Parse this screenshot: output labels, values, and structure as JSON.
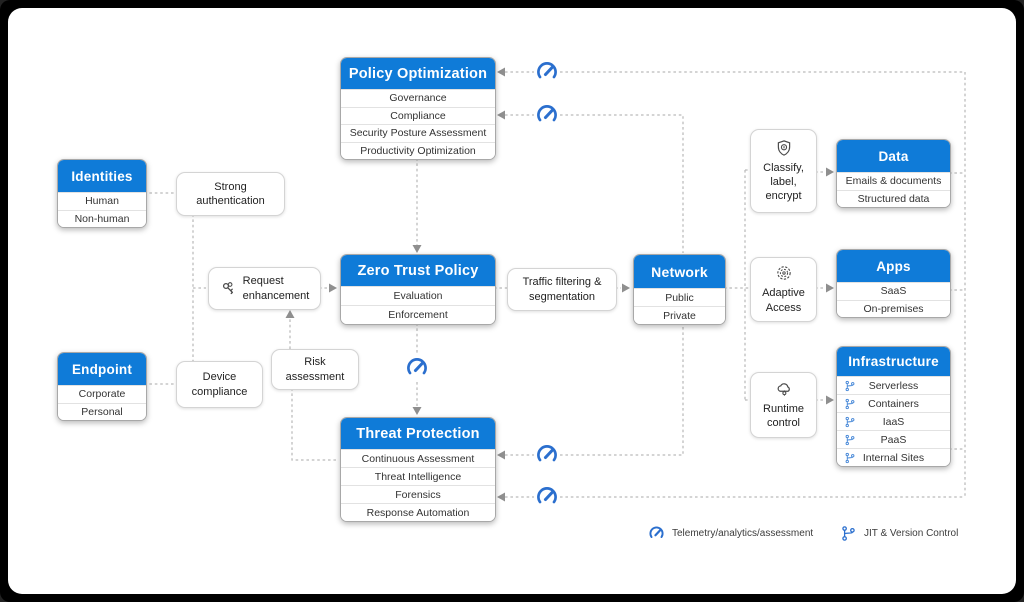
{
  "colors": {
    "header_blue": "#0f7bd8",
    "icon_blue": "#2b6fce",
    "line_gray": "#bbbbbb",
    "frame_black": "#000000"
  },
  "nodes": {
    "identities": {
      "title": "Identities",
      "rows": [
        "Human",
        "Non-human"
      ]
    },
    "endpoint": {
      "title": "Endpoint",
      "rows": [
        "Corporate",
        "Personal"
      ]
    },
    "policy_optimization": {
      "title": "Policy Optimization",
      "rows": [
        "Governance",
        "Compliance",
        "Security Posture Assessment",
        "Productivity Optimization"
      ]
    },
    "zero_trust_policy": {
      "title": "Zero Trust Policy",
      "rows": [
        "Evaluation",
        "Enforcement"
      ]
    },
    "network": {
      "title": "Network",
      "rows": [
        "Public",
        "Private"
      ]
    },
    "threat_protection": {
      "title": "Threat Protection",
      "rows": [
        "Continuous Assessment",
        "Threat Intelligence",
        "Forensics",
        "Response Automation"
      ]
    },
    "data": {
      "title": "Data",
      "rows": [
        "Emails & documents",
        "Structured data"
      ]
    },
    "apps": {
      "title": "Apps",
      "rows": [
        "SaaS",
        "On-premises"
      ]
    },
    "infrastructure": {
      "title": "Infrastructure",
      "rows": [
        "Serverless",
        "Containers",
        "IaaS",
        "PaaS",
        "Internal Sites"
      ]
    }
  },
  "controls": {
    "strong_authentication": "Strong\nauthentication",
    "request_enhancement": "Request\nenhancement",
    "device_compliance": "Device\ncompliance",
    "risk_assessment": "Risk\nassessment",
    "traffic_filtering": "Traffic filtering &\nsegmentation",
    "classify_label_encrypt": "Classify,\nlabel,\nencrypt",
    "adaptive_access": "Adaptive\nAccess",
    "runtime_control": "Runtime\ncontrol"
  },
  "legend": {
    "telemetry": "Telemetry/analytics/assessment",
    "jit": "JIT & Version Control"
  },
  "icons": {
    "gauge": "telemetry-gauge-icon",
    "branch": "jit-branch-icon",
    "keys": "keys-icon",
    "shield": "shield-classify-icon",
    "fingerprint": "fingerprint-icon",
    "cloud": "cloud-runtime-icon"
  }
}
